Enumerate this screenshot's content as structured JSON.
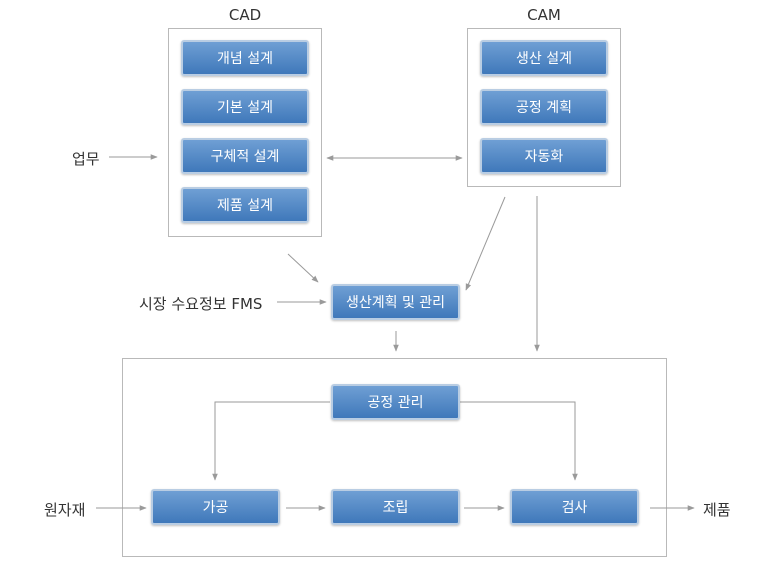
{
  "cad": {
    "title": "CAD",
    "items": [
      "개념 설계",
      "기본 설계",
      "구체적 설계",
      "제품 설계"
    ]
  },
  "cam": {
    "title": "CAM",
    "items": [
      "생산 설계",
      "공정 계획",
      "자동화"
    ]
  },
  "inputs": {
    "work": "업무",
    "market": "시장 수요정보 FMS",
    "raw_material": "원자재"
  },
  "planning": "생산계획 및 관리",
  "shop": {
    "process_control": "공정 관리",
    "machining": "가공",
    "assembly": "조립",
    "inspection": "검사"
  },
  "output": "제품",
  "colors": {
    "box_top": "#6f9fd4",
    "box_bottom": "#3f78ba",
    "box_border": "#b9cde3",
    "connector": "#9a9a9a",
    "frame_border": "#b9b9b9"
  }
}
